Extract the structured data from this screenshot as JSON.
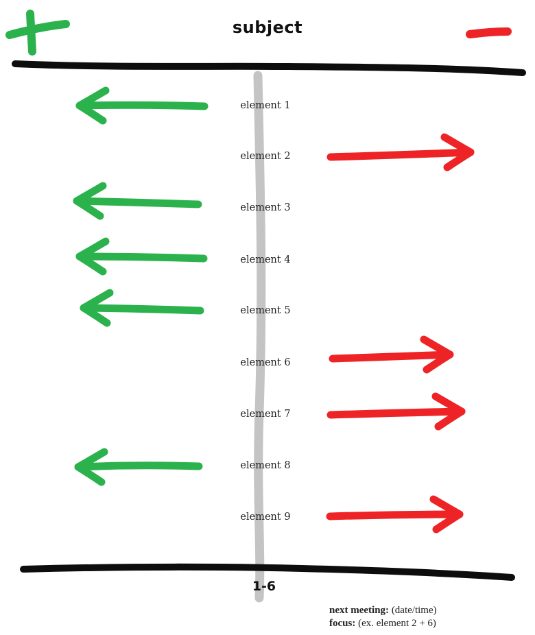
{
  "title": "subject",
  "signs": {
    "plus_color": "#2bb24c",
    "minus_color": "#ee2326"
  },
  "elements": [
    {
      "label": "element 1",
      "direction": "plus"
    },
    {
      "label": "element 2",
      "direction": "minus"
    },
    {
      "label": "element 3",
      "direction": "plus"
    },
    {
      "label": "element 4",
      "direction": "plus"
    },
    {
      "label": "element 5",
      "direction": "plus"
    },
    {
      "label": "element 6",
      "direction": "minus"
    },
    {
      "label": "element 7",
      "direction": "minus"
    },
    {
      "label": "element 8",
      "direction": "plus"
    },
    {
      "label": "element 9",
      "direction": "minus"
    }
  ],
  "scale_label": "1-6",
  "footer": {
    "next_meeting_label": "next meeting:",
    "next_meeting_value": "(date/time)",
    "focus_label": "focus:",
    "focus_value": "(ex. element 2 + 6)"
  },
  "colors": {
    "plus": "#2bb24c",
    "minus": "#ee2326",
    "divider": "#c4c4c4",
    "rule": "#0d0d0d"
  }
}
